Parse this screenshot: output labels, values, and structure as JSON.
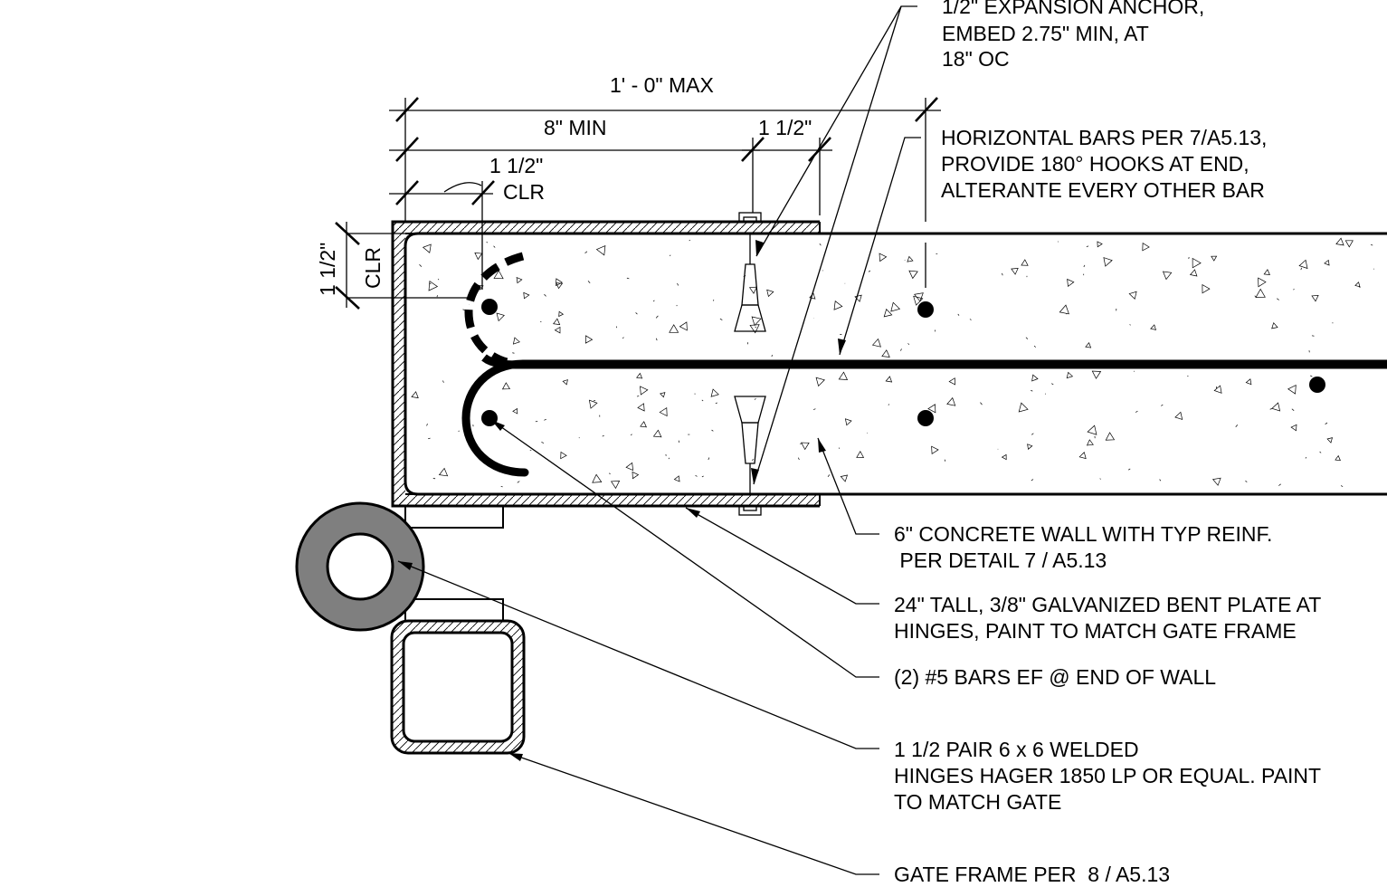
{
  "dimensions": {
    "overall": "1' - 0\" MAX",
    "min_embed": "8\" MIN",
    "edge_top": "1 1/2\"",
    "clear_top_1": "1 1/2\"",
    "clear_top_2": "CLR",
    "clear_side_1": "1 1/2\"",
    "clear_side_2": "CLR"
  },
  "notes": {
    "anchor": [
      "1/2\" EXPANSION ANCHOR,",
      "EMBED 2.75\" MIN, AT",
      "18\" OC"
    ],
    "horizontal_bars": [
      "HORIZONTAL BARS PER 7/A5.13,",
      "PROVIDE 180° HOOKS AT END,",
      "ALTERANTE EVERY OTHER BAR"
    ],
    "concrete_wall": [
      "6\" CONCRETE WALL WITH TYP REINF.",
      " PER DETAIL 7 / A5.13"
    ],
    "bent_plate": [
      "24\" TALL, 3/8\" GALVANIZED BENT PLATE AT",
      "HINGES, PAINT TO MATCH GATE FRAME"
    ],
    "end_bars": [
      "(2) #5 BARS EF @ END OF WALL"
    ],
    "hinges": [
      "1 1/2 PAIR 6 x 6 WELDED",
      "HINGES HAGER 1850 LP OR EQUAL. PAINT",
      "TO MATCH GATE"
    ],
    "gate_frame": [
      "GATE FRAME PER  8 / A5.13"
    ]
  },
  "colors": {
    "line": "#000000",
    "hinge_barrel": "#7f7f7f",
    "background": "#ffffff"
  }
}
